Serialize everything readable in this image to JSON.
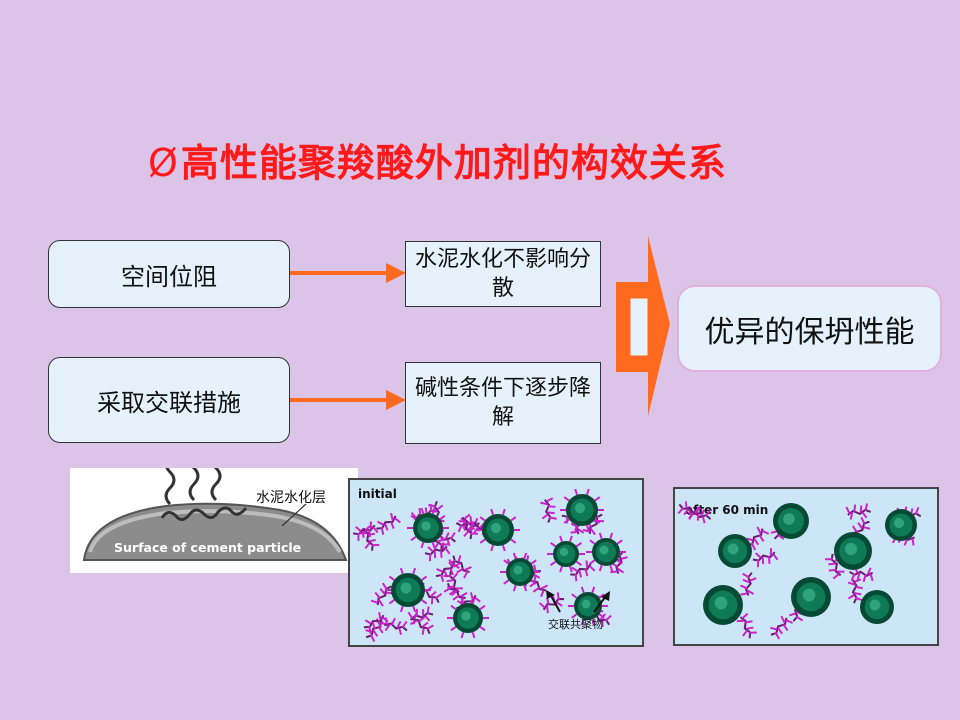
{
  "title": {
    "bullet": "Ø",
    "text": "高性能聚羧酸外加剂的构效关系"
  },
  "diagram": {
    "cause_1": "空间位阻",
    "cause_2": "采取交联措施",
    "effect_1": "水泥水化不影响分散",
    "effect_2": "碱性条件下逐步降解",
    "result": "优异的保坍性能"
  },
  "figures": {
    "surface": {
      "caption": "Surface of cement particle",
      "layer_label": "水泥水化层"
    },
    "initial": {
      "label": "initial",
      "annotation": "交联共聚物"
    },
    "after": {
      "label": "after 60 min"
    }
  },
  "colors": {
    "background": "#dcc3e8",
    "title": "#ff1a1a",
    "box_fill": "#e5f2fb",
    "arrow": "#ff6a1f",
    "bracket_arrow": "#ff6a1f",
    "particle": "#0e7a56",
    "polymer": "#cc22cc",
    "panel_bg": "#cce6f7"
  }
}
